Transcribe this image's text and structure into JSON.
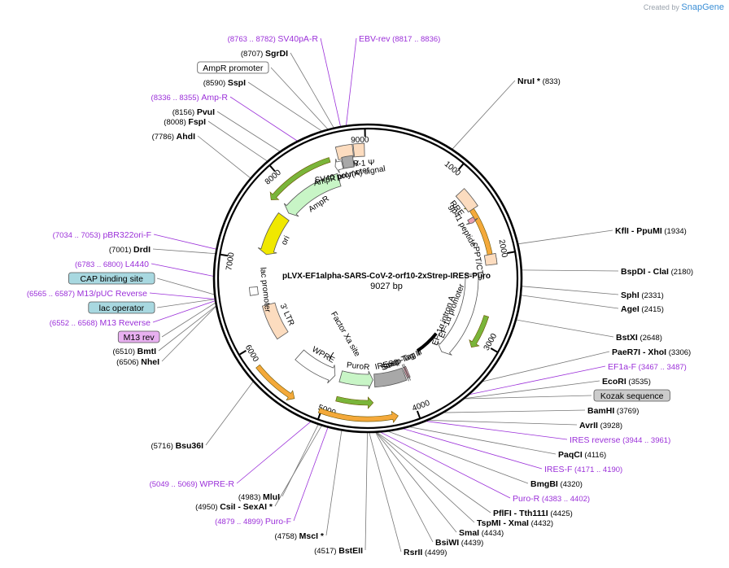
{
  "brand": {
    "prefix": "Created by",
    "name": "SnapGene"
  },
  "map": {
    "title": "pLVX-EF1alpha-SARS-CoV-2-orf10-2xStrep-IRES-Puro",
    "length": "9027 bp",
    "total_bp": 9027,
    "ticks": [
      "1000",
      "2000",
      "3000",
      "4000",
      "5000",
      "6000",
      "7000",
      "8000",
      "9000"
    ],
    "colors": {
      "primer": "#9b30d9",
      "enzyme": "#000000",
      "orange": "#f4a93a",
      "green": "#7ab53a",
      "ltr": "#fcdcbf",
      "puro": "#c8f5c6",
      "ires": "#a8a8a8",
      "ori": "#f0e800"
    }
  },
  "features": [
    {
      "id": "ltr5",
      "name": "3' LTR",
      "start": 8680,
      "end": 8860,
      "color": "#fcdcbf",
      "dir": "none"
    },
    {
      "id": "hiv",
      "name": "HIV-1 Ψ",
      "start": 8870,
      "end": 8990,
      "color": "#fcdcbf",
      "dir": "none"
    },
    {
      "id": "rre",
      "name": "RRE",
      "start": 1180,
      "end": 1420,
      "color": "#fcdcbf",
      "dir": "none"
    },
    {
      "id": "gp41",
      "name": "gp41 peptide",
      "start": 1500,
      "end": 1560,
      "color": "#e8a0b0",
      "dir": "cw"
    },
    {
      "id": "cppt",
      "name": "cPPT/CTS",
      "start": 1980,
      "end": 2100,
      "color": "#fcdcbf",
      "dir": "none"
    },
    {
      "id": "ef1a",
      "name": "EF-1α promoter",
      "start": 2200,
      "end": 3380,
      "color": "#ffffff",
      "dir": "cw"
    },
    {
      "id": "strep1",
      "name": "Strep-Tag II",
      "start": 3930,
      "end": 3950,
      "color": "#e8a0b0",
      "dir": "cw"
    },
    {
      "id": "strep2",
      "name": "Strep-Tag II",
      "start": 3955,
      "end": 3975,
      "color": "#e8a0b0",
      "dir": "cw"
    },
    {
      "id": "ires2",
      "name": "IRES2",
      "start": 3990,
      "end": 4420,
      "color": "#a8a8a8",
      "dir": "none"
    },
    {
      "id": "puro",
      "name": "PuroR",
      "start": 4440,
      "end": 4900,
      "color": "#c8f5c6",
      "dir": "ccw"
    },
    {
      "id": "wpre",
      "name": "WPRE",
      "start": 4980,
      "end": 5560,
      "color": "#ffffff",
      "dir": "ccw"
    },
    {
      "id": "ltr3",
      "name": "3' LTR",
      "start": 5920,
      "end": 6400,
      "color": "#fcdcbf",
      "dir": "none"
    },
    {
      "id": "lac",
      "name": "lac promoter",
      "start": 6560,
      "end": 6660,
      "color": "#ffffff",
      "dir": "none"
    },
    {
      "id": "ori",
      "name": "ori",
      "start": 7100,
      "end": 7680,
      "color": "#f0e800",
      "dir": "ccw"
    },
    {
      "id": "ampr",
      "name": "AmpR",
      "start": 7760,
      "end": 8620,
      "color": "#c8f5c6",
      "dir": "ccw"
    },
    {
      "id": "amppro",
      "name": "AmpR promoter",
      "start": 8620,
      "end": 8710,
      "color": "#ffffff",
      "dir": "ccw"
    },
    {
      "id": "sv40",
      "name": "SV40 poly(A) signal",
      "start": 8720,
      "end": 8850,
      "color": "#a8a8a8",
      "dir": "none"
    }
  ],
  "orfs": [
    {
      "id": "orf-orange-1",
      "start": 1220,
      "end": 2100,
      "color": "#f4a93a",
      "dir": "cw"
    },
    {
      "id": "orf-green-1",
      "start": 1230,
      "end": 1420,
      "color": "#7ab53a",
      "dir": "cw"
    },
    {
      "id": "orf-green-2",
      "start": 2700,
      "end": 3100,
      "color": "#7ab53a",
      "dir": "cw"
    },
    {
      "id": "orf-green-3",
      "start": 4450,
      "end": 4880,
      "color": "#7ab53a",
      "dir": "ccw"
    },
    {
      "id": "orf-orange-2",
      "start": 4200,
      "end": 5020,
      "color": "#f4a93a",
      "dir": "ccw"
    },
    {
      "id": "orf-orange-3",
      "start": 5300,
      "end": 5800,
      "color": "#f4a93a",
      "dir": "ccw"
    },
    {
      "id": "orf-green-4",
      "start": 7750,
      "end": 8580,
      "color": "#7ab53a",
      "dir": "ccw"
    }
  ],
  "labels": [
    {
      "id": "nrui",
      "kind": "enzyme",
      "name": "NruI *",
      "pos": "(833)",
      "bp": 833
    },
    {
      "id": "kfli",
      "kind": "enzyme",
      "name": "KflI  - PpuMI",
      "pos": "(1934)",
      "bp": 1934
    },
    {
      "id": "bspdi",
      "kind": "enzyme",
      "name": "BspDI  - ClaI",
      "pos": "(2180)",
      "bp": 2180
    },
    {
      "id": "sphi",
      "kind": "enzyme",
      "name": "SphI",
      "pos": "(2331)",
      "bp": 2331
    },
    {
      "id": "agei",
      "kind": "enzyme",
      "name": "AgeI",
      "pos": "(2415)",
      "bp": 2415
    },
    {
      "id": "bstxi",
      "kind": "enzyme",
      "name": "BstXI",
      "pos": "(2648)",
      "bp": 2648
    },
    {
      "id": "paer7i",
      "kind": "enzyme",
      "name": "PaeR7I  - XhoI",
      "pos": "(3306)",
      "bp": 3306
    },
    {
      "id": "ef1af",
      "kind": "primer",
      "name": "EF1a-F",
      "pos": "(3467 .. 3487)",
      "bp": 3477
    },
    {
      "id": "ecori",
      "kind": "enzyme",
      "name": "EcoRI",
      "pos": "(3535)",
      "bp": 3535
    },
    {
      "id": "kozak",
      "kind": "feature",
      "name": "Kozak sequence",
      "pos": "",
      "bp": 3540
    },
    {
      "id": "bamhi",
      "kind": "enzyme",
      "name": "BamHI",
      "pos": "(3769)",
      "bp": 3769
    },
    {
      "id": "avrii",
      "kind": "enzyme",
      "name": "AvrII",
      "pos": "(3928)",
      "bp": 3928
    },
    {
      "id": "iresrev",
      "kind": "primer",
      "name": "IRES reverse",
      "pos": "(3944 .. 3961)",
      "bp": 3952
    },
    {
      "id": "paqci",
      "kind": "enzyme",
      "name": "PaqCI",
      "pos": "(4116)",
      "bp": 4116
    },
    {
      "id": "iresf",
      "kind": "primer",
      "name": "IRES-F",
      "pos": "(4171 .. 4190)",
      "bp": 4180
    },
    {
      "id": "bmgbi",
      "kind": "enzyme",
      "name": "BmgBI",
      "pos": "(4320)",
      "bp": 4320
    },
    {
      "id": "puror",
      "kind": "primer",
      "name": "Puro-R",
      "pos": "(4383 .. 4402)",
      "bp": 4392
    },
    {
      "id": "pflfi",
      "kind": "enzyme",
      "name": "PflFI  - Tth111I",
      "pos": "(4425)",
      "bp": 4425
    },
    {
      "id": "tspmi",
      "kind": "enzyme",
      "name": "TspMI  - XmaI",
      "pos": "(4432)",
      "bp": 4432
    },
    {
      "id": "smai",
      "kind": "enzyme",
      "name": "SmaI",
      "pos": "(4434)",
      "bp": 4434
    },
    {
      "id": "bsiwi",
      "kind": "enzyme",
      "name": "BsiWI",
      "pos": "(4439)",
      "bp": 4439
    },
    {
      "id": "rsrii",
      "kind": "enzyme",
      "name": "RsrII",
      "pos": "(4499)",
      "bp": 4499
    },
    {
      "id": "bsteii",
      "kind": "enzyme",
      "name": "BstEII",
      "pos": "(4517)",
      "bp": 4517
    },
    {
      "id": "msci",
      "kind": "enzyme",
      "name": "MscI *",
      "pos": "(4758)",
      "bp": 4758
    },
    {
      "id": "purof",
      "kind": "primer",
      "name": "Puro-F",
      "pos": "(4879 .. 4899)",
      "bp": 4889
    },
    {
      "id": "csii",
      "kind": "enzyme",
      "name": "CsiI  - SexAI *",
      "pos": "(4950)",
      "bp": 4950
    },
    {
      "id": "mlui",
      "kind": "enzyme",
      "name": "MluI",
      "pos": "(4983)",
      "bp": 4983
    },
    {
      "id": "wprer",
      "kind": "primer",
      "name": "WPRE-R",
      "pos": "(5049 .. 5069)",
      "bp": 5059
    },
    {
      "id": "bsu36i",
      "kind": "enzyme",
      "name": "Bsu36I",
      "pos": "(5716)",
      "bp": 5716
    },
    {
      "id": "nhei",
      "kind": "enzyme",
      "name": "NheI",
      "pos": "(6506)",
      "bp": 6506
    },
    {
      "id": "bmti",
      "kind": "enzyme",
      "name": "BmtI",
      "pos": "(6510)",
      "bp": 6510
    },
    {
      "id": "m13rev",
      "kind": "feature",
      "name": "M13 rev",
      "pos": "",
      "bp": 6540
    },
    {
      "id": "m13reverse",
      "kind": "primer",
      "name": "M13 Reverse",
      "pos": "(6552 .. 6568)",
      "bp": 6560
    },
    {
      "id": "lacop",
      "kind": "feature",
      "name": "lac operator",
      "pos": "",
      "bp": 6575
    },
    {
      "id": "m13puc",
      "kind": "primer",
      "name": "M13/pUC Reverse",
      "pos": "(6565 .. 6587)",
      "bp": 6576
    },
    {
      "id": "cap",
      "kind": "feature",
      "name": "CAP binding site",
      "pos": "",
      "bp": 6620
    },
    {
      "id": "l4440",
      "kind": "primer",
      "name": "L4440",
      "pos": "(6783 .. 6800)",
      "bp": 6790
    },
    {
      "id": "drdi",
      "kind": "enzyme",
      "name": "DrdI",
      "pos": "(7001)",
      "bp": 7001
    },
    {
      "id": "pbr322",
      "kind": "primer",
      "name": "pBR322ori-F",
      "pos": "(7034 .. 7053)",
      "bp": 7043
    },
    {
      "id": "ahdi",
      "kind": "enzyme",
      "name": "AhdI",
      "pos": "(7786)",
      "bp": 7786
    },
    {
      "id": "fspi",
      "kind": "enzyme",
      "name": "FspI",
      "pos": "(8008)",
      "bp": 8008
    },
    {
      "id": "pvui",
      "kind": "enzyme",
      "name": "PvuI",
      "pos": "(8156)",
      "bp": 8156
    },
    {
      "id": "ampr-primer",
      "kind": "primer",
      "name": "Amp-R",
      "pos": "(8336 .. 8355)",
      "bp": 8345
    },
    {
      "id": "sspi",
      "kind": "enzyme",
      "name": "SspI",
      "pos": "(8590)",
      "bp": 8590
    },
    {
      "id": "amprpro",
      "kind": "feature",
      "name": "AmpR promoter",
      "pos": "",
      "bp": 8650
    },
    {
      "id": "sgrdi",
      "kind": "enzyme",
      "name": "SgrDI",
      "pos": "(8707)",
      "bp": 8707
    },
    {
      "id": "sv40par",
      "kind": "primer",
      "name": "SV40pA-R",
      "pos": "(8763 .. 8782)",
      "bp": 8772
    },
    {
      "id": "ebvrev",
      "kind": "primer",
      "name": "EBV-rev",
      "pos": "(8817 .. 8836)",
      "bp": 8826
    }
  ],
  "inner_labels": [
    {
      "id": "in-ef1a-intron",
      "name": "EF-1α intron A"
    },
    {
      "id": "in-factorxa",
      "name": "Factor Xa site"
    }
  ]
}
